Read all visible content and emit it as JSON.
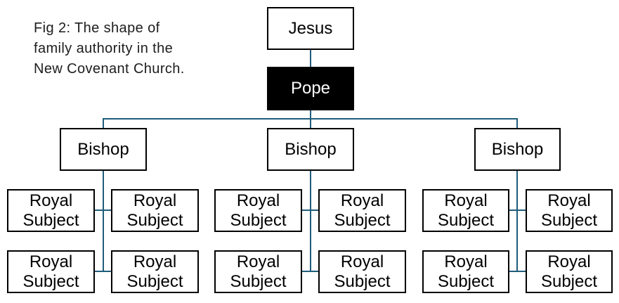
{
  "figure_caption": {
    "line1": "Fig 2: The shape of",
    "line2": "family authority in the",
    "line3": "New Covenant Church."
  },
  "org_chart": {
    "root": {
      "label": "Jesus"
    },
    "head": {
      "label": "Pope"
    },
    "groups": [
      {
        "leader": {
          "label": "Bishop"
        },
        "members": [
          {
            "label": "Royal Subject"
          },
          {
            "label": "Royal Subject"
          },
          {
            "label": "Royal Subject"
          },
          {
            "label": "Royal Subject"
          }
        ]
      },
      {
        "leader": {
          "label": "Bishop"
        },
        "members": [
          {
            "label": "Royal Subject"
          },
          {
            "label": "Royal Subject"
          },
          {
            "label": "Royal Subject"
          },
          {
            "label": "Royal Subject"
          }
        ]
      },
      {
        "leader": {
          "label": "Bishop"
        },
        "members": [
          {
            "label": "Royal Subject"
          },
          {
            "label": "Royal Subject"
          },
          {
            "label": "Royal Subject"
          },
          {
            "label": "Royal Subject"
          }
        ]
      }
    ]
  },
  "colors": {
    "connector": "#1f5d7b",
    "head-bg": "#000000",
    "head-text": "#ffffff",
    "box-border": "#000000",
    "box-bg": "#ffffff",
    "text": "#1d1d1d"
  }
}
